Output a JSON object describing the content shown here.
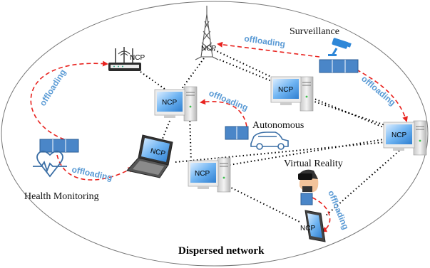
{
  "diagram": {
    "title": "Dispersed network",
    "node_label": "NCP",
    "edge_label": "offloading",
    "applications": {
      "surveillance": "Surveillance",
      "autonomous": "Autonomous",
      "virtual_reality": "Virtual Reality",
      "health_monitoring": "Health Monitoring"
    },
    "nodes": [
      "tower",
      "router",
      "computer-center",
      "computer-top-right",
      "computer-right",
      "computer-middle",
      "laptop",
      "tablet"
    ],
    "colors": {
      "offload_arrow": "#e8231f",
      "offload_label": "#5b9bd5",
      "task_block": "#4a86c8",
      "link": "#000000"
    }
  }
}
